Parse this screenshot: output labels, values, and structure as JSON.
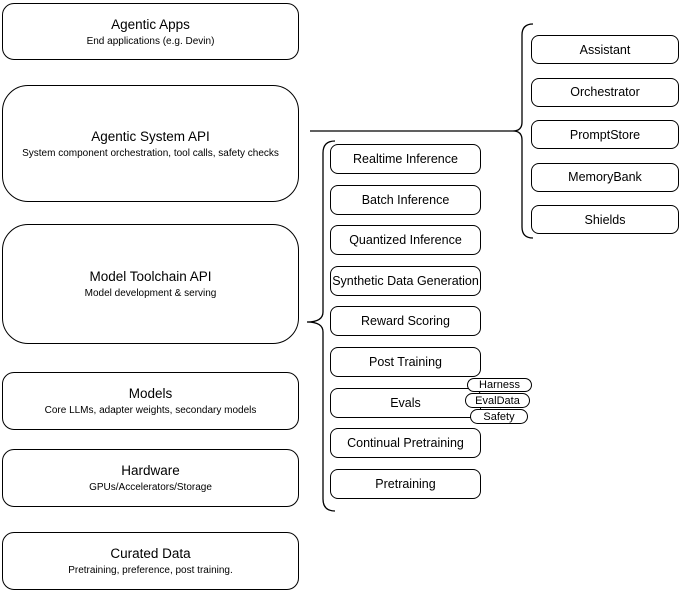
{
  "diagram": {
    "colors": {
      "stroke": "#000000",
      "background": "#ffffff"
    },
    "left_stack": [
      {
        "title": "Agentic Apps",
        "subtitle": "End applications (e.g. Devin)"
      },
      {
        "title": "Agentic System API",
        "subtitle": "System component orchestration, tool calls, safety checks"
      },
      {
        "title": "Model Toolchain API",
        "subtitle": "Model development & serving"
      },
      {
        "title": "Models",
        "subtitle": "Core LLMs, adapter weights, secondary models"
      },
      {
        "title": "Hardware",
        "subtitle": "GPUs/Accelerators/Storage"
      },
      {
        "title": "Curated Data",
        "subtitle": "Pretraining, preference, post training."
      }
    ],
    "toolchain_items": [
      "Realtime Inference",
      "Batch Inference",
      "Quantized Inference",
      "Synthetic Data Generation",
      "Reward Scoring",
      "Post Training",
      "Evals",
      "Continual Pretraining",
      "Pretraining"
    ],
    "evals_pills": [
      "Harness",
      "EvalData",
      "Safety"
    ],
    "system_components": [
      "Assistant",
      "Orchestrator",
      "PromptStore",
      "MemoryBank",
      "Shields"
    ]
  }
}
